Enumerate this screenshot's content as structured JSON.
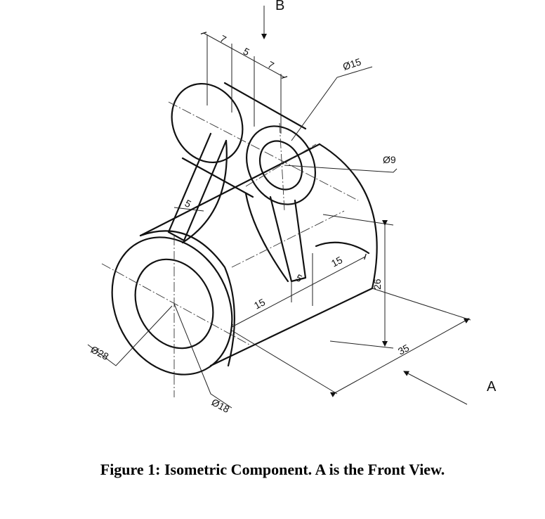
{
  "figure": {
    "caption": "Figure 1: Isometric Component. A is the Front View.",
    "view_labels": {
      "front": "A",
      "top": "B"
    },
    "dimensions": {
      "top_width_left": "7",
      "top_width_mid": "5",
      "top_width_right": "7",
      "small_outer_dia": "Ø15",
      "small_inner_dia": "Ø9",
      "rib_thickness_left": "5",
      "rib_thickness_right": "5",
      "offset_right": "15",
      "offset_bottom": "15",
      "height": "26",
      "length": "35",
      "large_outer_dia": "Ø28",
      "large_inner_dia": "Ø18"
    }
  }
}
